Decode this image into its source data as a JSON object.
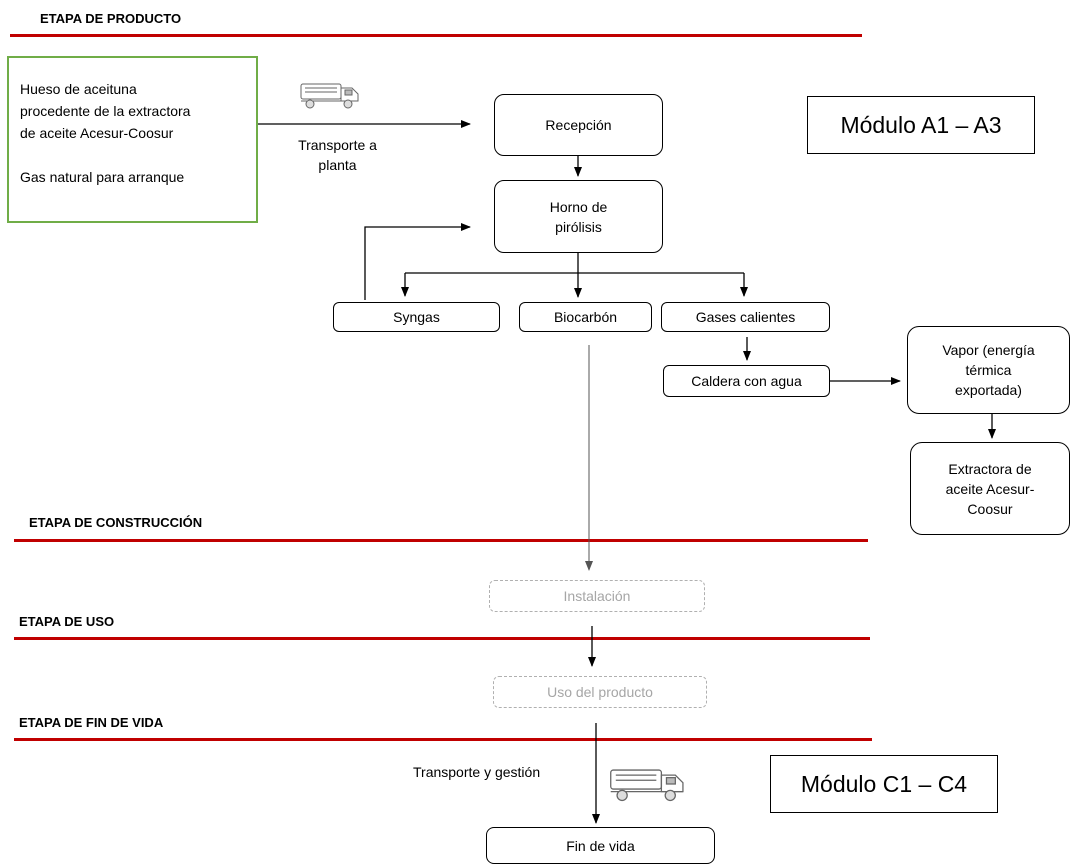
{
  "stages": {
    "product": "ETAPA DE PRODUCTO",
    "construction": "ETAPA DE CONSTRUCCIÓN",
    "use": "ETAPA DE USO",
    "end_of_life": "ETAPA DE FIN DE VIDA"
  },
  "inputs": {
    "line1": "Hueso de aceituna",
    "line2": "procedente de la extractora",
    "line3": "de aceite Acesur-Coosur",
    "line4": "Gas natural para arranque"
  },
  "transport_to_plant": {
    "line1": "Transporte a",
    "line2": "planta"
  },
  "nodes": {
    "reception": "Recepción",
    "furnace_line1": "Horno de",
    "furnace_line2": "pirólisis",
    "syngas": "Syngas",
    "biochar": "Biocarbón",
    "hot_gases": "Gases calientes",
    "boiler": "Caldera con agua",
    "steam_line1": "Vapor (energía",
    "steam_line2": "térmica",
    "steam_line3": "exportada)",
    "extractor_line1": "Extractora de",
    "extractor_line2": "aceite Acesur-",
    "extractor_line3": "Coosur",
    "installation": "Instalación",
    "product_use": "Uso del producto",
    "end_of_life": "Fin de vida"
  },
  "modules": {
    "a1_a3": "Módulo A1 – A3",
    "c1_c4": "Módulo C1 – C4"
  },
  "transport_management": "Transporte y gestión",
  "icons": {
    "truck_top": "truck-icon",
    "truck_bottom": "truck-icon"
  },
  "colors": {
    "stage_line": "#c00000",
    "input_border": "#70ad47",
    "dashed_border": "#b0b0b0"
  }
}
